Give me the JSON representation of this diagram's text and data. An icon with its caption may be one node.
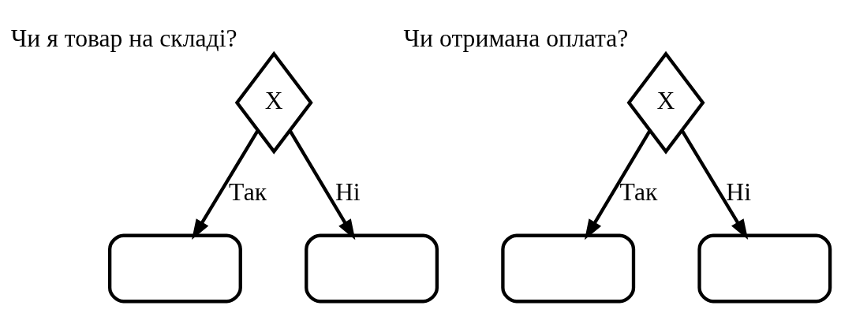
{
  "diagram": {
    "nodes": [
      {
        "text": [
          "X"
        ],
        "beside": [
          "Чи я товар на складі?"
        ]
      },
      {
        "text": [],
        "shape": "box"
      },
      {
        "text": [],
        "shape": "box"
      },
      {
        "text": [
          "X"
        ],
        "beside": [
          "Чи отримана оплата?"
        ]
      },
      {
        "text": [],
        "shape": "box"
      },
      {
        "text": [],
        "shape": "box"
      }
    ],
    "edges": [
      {
        "from": 0,
        "to": 1,
        "arrow": "to",
        "label": "Так"
      },
      {
        "from": 0,
        "to": 2,
        "arrow": "to",
        "label": "Ні"
      },
      {
        "from": 3,
        "to": 4,
        "arrow": "to",
        "label": "Так"
      },
      {
        "from": 3,
        "to": 5,
        "arrow": "to",
        "label": "Ні"
      }
    ]
  }
}
